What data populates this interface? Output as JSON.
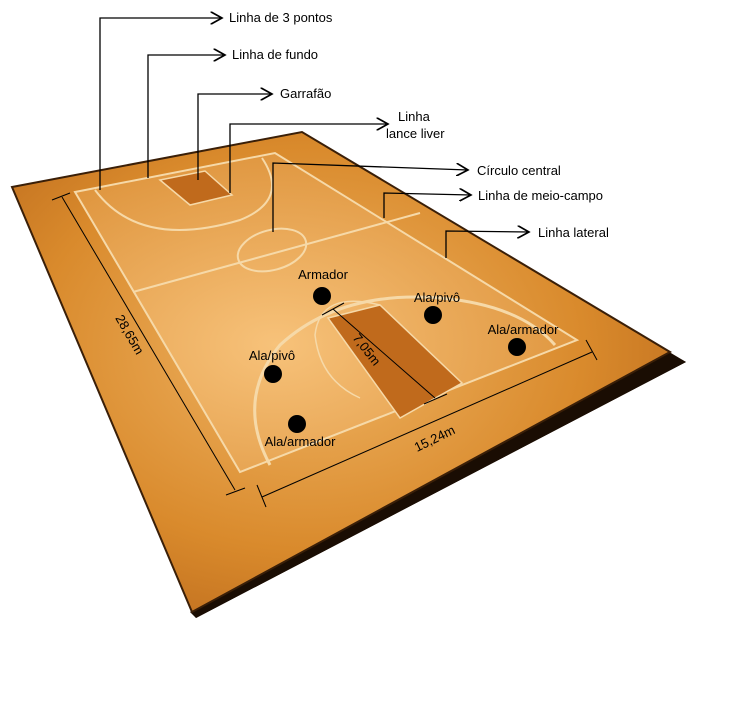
{
  "callouts": {
    "three_point": "Linha de 3 pontos",
    "baseline": "Linha de fundo",
    "key": "Garrafão",
    "free_throw_1": "Linha",
    "free_throw_2": "lance liver",
    "center_circle": "Círculo central",
    "midcourt": "Linha de meio-campo",
    "sideline": "Linha lateral"
  },
  "players": [
    {
      "label": "Armador"
    },
    {
      "label": "Ala/pivô"
    },
    {
      "label": "Ala/armador"
    },
    {
      "label": "Ala/pivô"
    },
    {
      "label": "Ala/armador"
    }
  ],
  "dimensions": {
    "length": "28,65m",
    "width": "15,24m",
    "three_point_distance": "7,05m"
  },
  "colors": {
    "floor": "#d98a2c",
    "court": "#e9a24a",
    "lines": "#f6d9a8",
    "key": "#c06a1c"
  }
}
